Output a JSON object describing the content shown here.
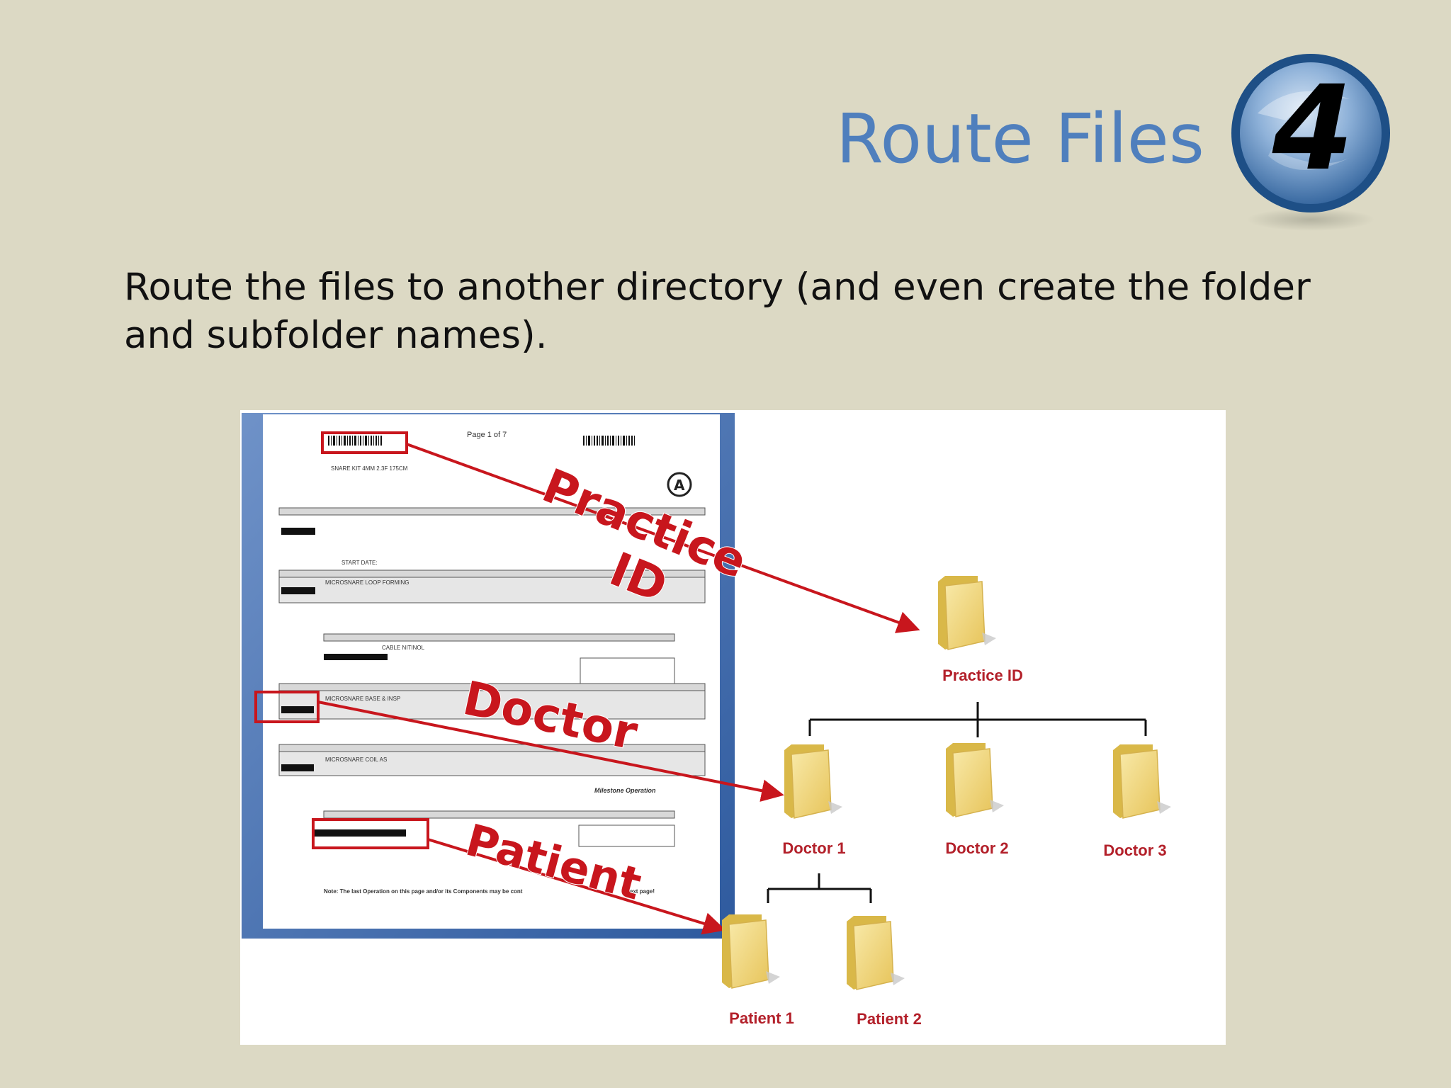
{
  "slide": {
    "title": "Route Files",
    "step_number": "4",
    "body": "Route the files to another directory (and even create the folder and subfolder names)."
  },
  "document": {
    "page_label": "Page 1 of 7",
    "note": "Note: The last Operation on this page and/or its Components may be cont",
    "note_tail": "next page!",
    "milestone": "Milestone Operation",
    "snare": "SNARE KIT 4MM 2.3F 175CM",
    "loop": "MICROSNARE LOOP FORMING",
    "base": "MICROSNARE BASE & INSP",
    "coil": "MICROSNARE COIL AS",
    "cable": "CABLE NITINOL",
    "start_date": "START DATE:"
  },
  "callouts": {
    "practice": "Practice",
    "id": "ID",
    "doctor": "Doctor",
    "patient": "Patient"
  },
  "folders": {
    "practice_id": "Practice ID",
    "doctor_1": "Doctor 1",
    "doctor_2": "Doctor 2",
    "doctor_3": "Doctor 3",
    "patient_1": "Patient 1",
    "patient_2": "Patient 2"
  },
  "colors": {
    "title": "#4f7fbd",
    "background": "#dcd9c4",
    "callout_red": "#c8161d",
    "folder_yellow": "#f2d777",
    "folder_label": "#b3202a"
  }
}
